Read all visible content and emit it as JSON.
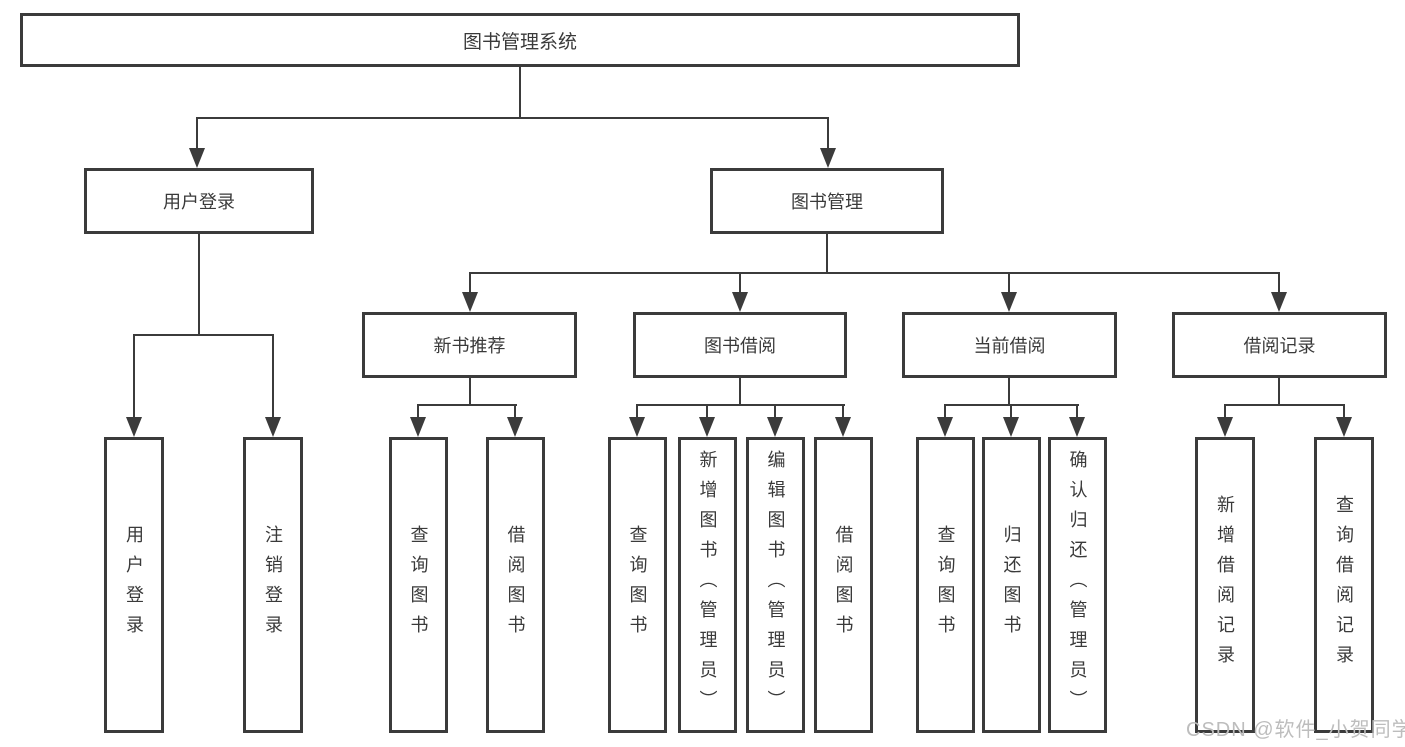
{
  "diagram": {
    "root": {
      "label": "图书管理系统"
    },
    "user_login": {
      "label": "用户登录",
      "children": [
        {
          "label": "用户登录"
        },
        {
          "label": "注销登录"
        }
      ]
    },
    "book_mgmt": {
      "label": "图书管理",
      "sections": [
        {
          "label": "新书推荐",
          "children": [
            {
              "label": "查询图书"
            },
            {
              "label": "借阅图书"
            }
          ]
        },
        {
          "label": "图书借阅",
          "children": [
            {
              "label": "查询图书"
            },
            {
              "label": "新增图书（管理员）"
            },
            {
              "label": "编辑图书（管理员）"
            },
            {
              "label": "借阅图书"
            }
          ]
        },
        {
          "label": "当前借阅",
          "children": [
            {
              "label": "查询图书"
            },
            {
              "label": "归还图书"
            },
            {
              "label": "确认归还（管理员）"
            }
          ]
        },
        {
          "label": "借阅记录",
          "children": [
            {
              "label": "新增借阅记录"
            },
            {
              "label": "查询借阅记录"
            }
          ]
        }
      ]
    },
    "colors": {
      "line": "#3b3b3b",
      "text": "#3a3a3a",
      "watermark": "#bdbdbd",
      "background": "#ffffff"
    }
  },
  "watermark": {
    "text": "CSDN @软件_小贺同学"
  }
}
